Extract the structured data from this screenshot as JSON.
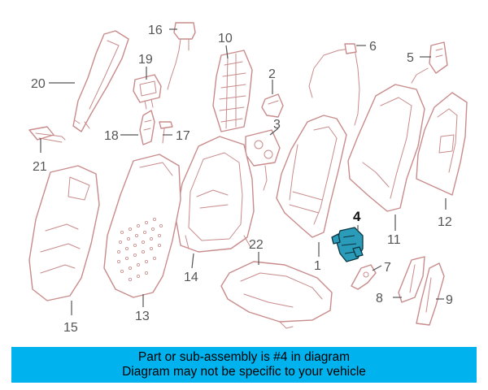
{
  "diagram": {
    "highlighted_part": "4",
    "highlight_color": "#2a9bb8",
    "outline_color": "#c98b8b",
    "labels": [
      "1",
      "2",
      "3",
      "4",
      "5",
      "6",
      "7",
      "8",
      "9",
      "10",
      "11",
      "12",
      "13",
      "14",
      "15",
      "16",
      "17",
      "18",
      "19",
      "20",
      "21",
      "22"
    ]
  },
  "banner": {
    "line1": "Part or sub-assembly is #4 in diagram",
    "line2": "Diagram may not be specific to your vehicle",
    "background": "#00b2ee"
  }
}
